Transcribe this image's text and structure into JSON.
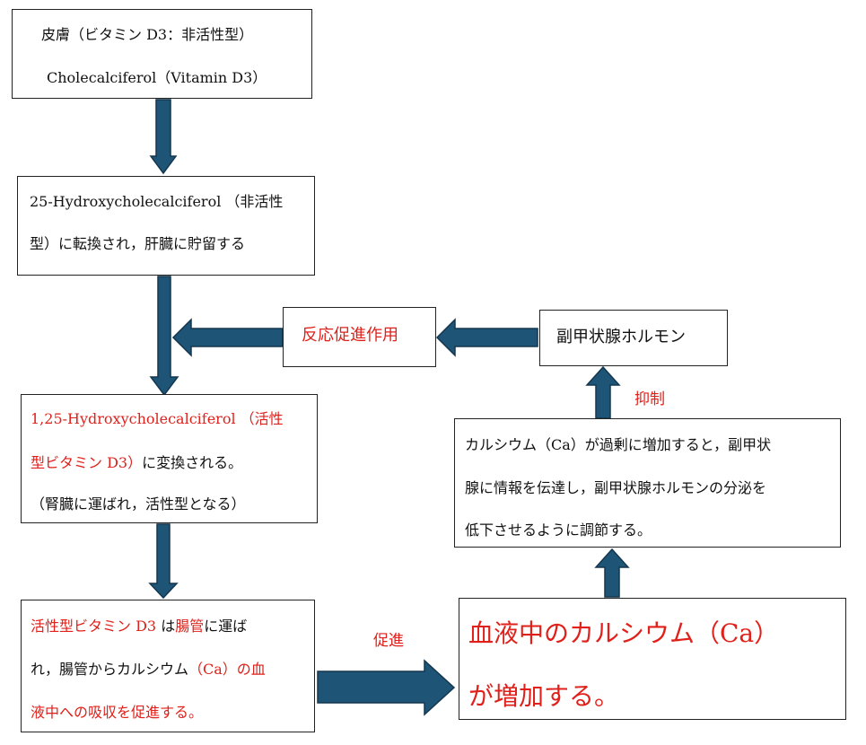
{
  "colors": {
    "arrow_fill": "#1e5577",
    "arrow_stroke": "#14374f",
    "accent_red": "#e0211b",
    "border": "#222222"
  },
  "box_skin": {
    "line1": "皮膚（ビタミン D3：非活性型）",
    "line2": "Cholecalciferol（Vitamin D3）"
  },
  "box_liver": {
    "line1": "25-Hydroxycholecalciferol （非活性",
    "line2": "型）に転換され，肝臓に貯留する"
  },
  "box_kidney": {
    "line1_red": "1,25-Hydroxycholecalciferol （活性",
    "line2_red": "型ビタミン D3）",
    "line2_black": "に変換される。",
    "line3": "（腎臓に運ばれ，活性型となる）"
  },
  "box_intestine": {
    "line1_red_a": "活性型ビタミン D3",
    "line1_black_a": " は",
    "line1_red_b": "腸管",
    "line1_black_b": "に運ば",
    "line2_black": "れ，腸管からカルシウム",
    "line2_red": "（Ca）の血",
    "line3_red": "液中への吸収を促進する。"
  },
  "box_blood": {
    "line1": "血液中のカルシウム（Ca）",
    "line2": "が増加する。"
  },
  "box_feedback": {
    "line1": "カルシウム（Ca）が過剰に増加すると，副甲状",
    "line2": "腺に情報を伝達し，副甲状腺ホルモンの分泌を",
    "line3": "低下させるように調節する。"
  },
  "box_pth": {
    "label": "副甲状腺ホルモン"
  },
  "box_promote_action": {
    "label": "反応促進作用"
  },
  "label_promote": "促進",
  "label_suppress": "抑制"
}
